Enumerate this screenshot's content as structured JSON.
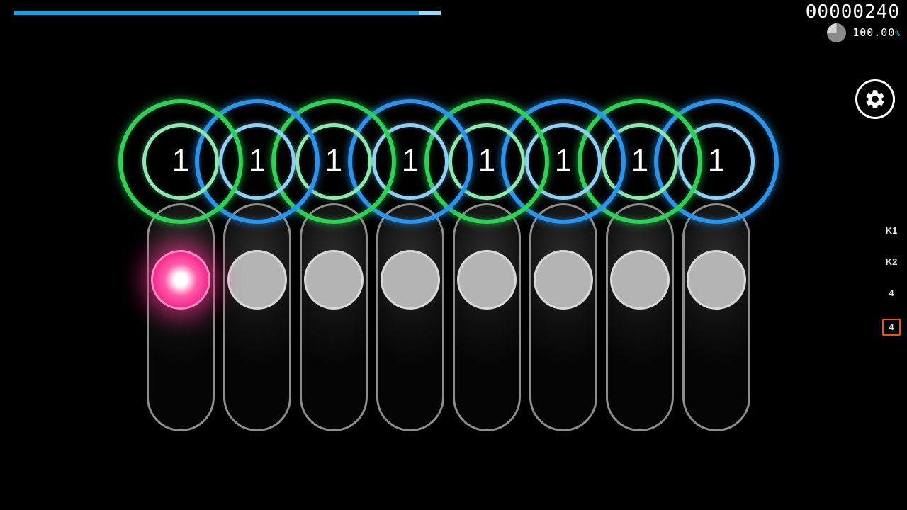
{
  "hud": {
    "score": "00000240",
    "accuracy_value": "100.00",
    "accuracy_unit": "%",
    "progress_fraction": 0.47
  },
  "playfield": {
    "lanes": [
      {
        "combo": "1",
        "color": "green",
        "state": "hit"
      },
      {
        "combo": "1",
        "color": "blue",
        "state": "idle"
      },
      {
        "combo": "1",
        "color": "green",
        "state": "idle"
      },
      {
        "combo": "1",
        "color": "blue",
        "state": "idle"
      },
      {
        "combo": "1",
        "color": "green",
        "state": "idle"
      },
      {
        "combo": "1",
        "color": "blue",
        "state": "idle"
      },
      {
        "combo": "1",
        "color": "green",
        "state": "idle"
      },
      {
        "combo": "1",
        "color": "blue",
        "state": "idle"
      }
    ]
  },
  "key_overlay": [
    {
      "label": "K1",
      "boxed": false
    },
    {
      "label": "K2",
      "boxed": false
    },
    {
      "label": "4",
      "boxed": false
    },
    {
      "label": "4",
      "boxed": true
    }
  ],
  "icons": {
    "settings": "gear-icon",
    "accuracy_dial": "pie-gauge-icon"
  },
  "colors": {
    "ring_green": "#2fcf58",
    "ring_green_light": "#8fe8b0",
    "ring_blue": "#2b93ea",
    "ring_blue_light": "#8fd0f4",
    "progress_bar": "#12a3e8",
    "progress_tip": "#9adcff",
    "hit_glow": "#ff2e8d",
    "accent_cyan": "#3fc1cc",
    "key_box_orange": "#ff4f00"
  }
}
